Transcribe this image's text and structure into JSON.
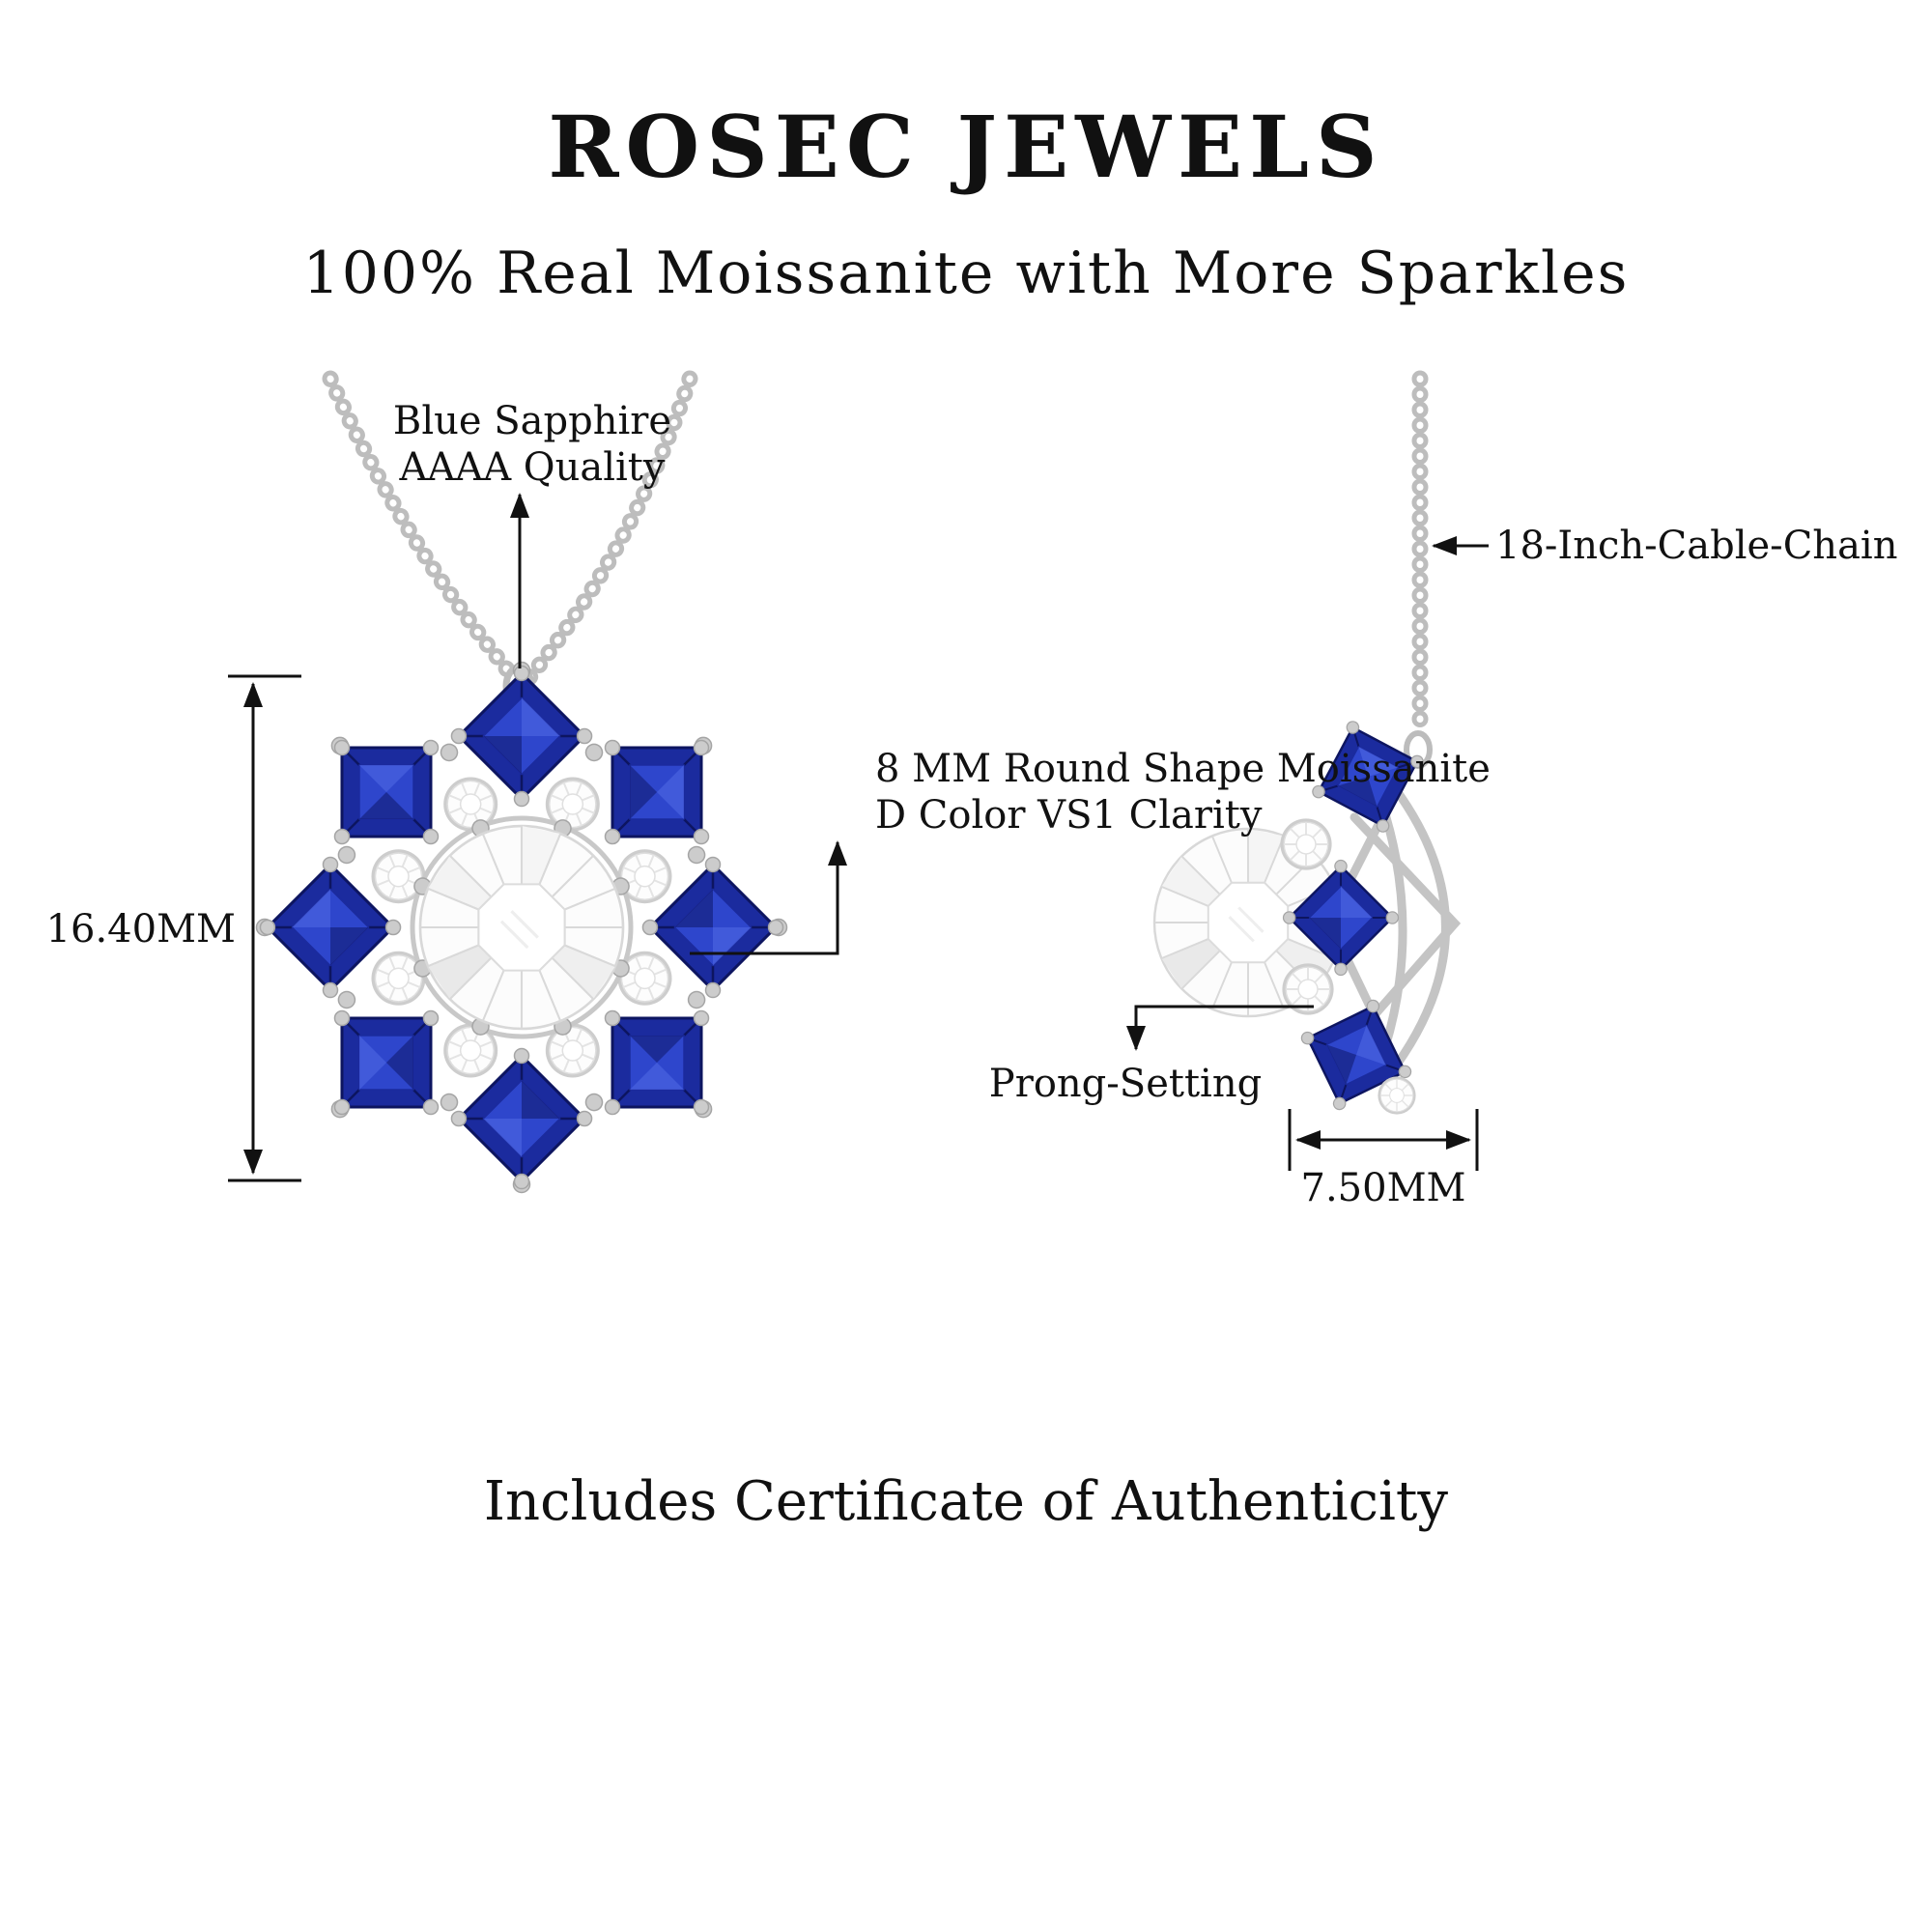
{
  "header": {
    "brand": "ROSEC JEWELS",
    "tagline": "100% Real Moissanite with More Sparkles"
  },
  "product": {
    "front_view": {
      "stone_label_line1": "Blue Sapphire",
      "stone_label_line2": "AAAA Quality",
      "center_stone_line1": "8 MM Round Shape Moissanite",
      "center_stone_line2": "D Color VS1 Clarity",
      "height": "16.40MM"
    },
    "side_view": {
      "chain_label": "18-Inch-Cable-Chain",
      "setting_label": "Prong-Setting",
      "depth": "7.50MM"
    }
  },
  "footer": {
    "note": "Includes Certificate of Authenticity"
  },
  "colors": {
    "background": "#ffffff",
    "sapphire_blue": "#1b2b9e",
    "sapphire_mid": "#2e46cc",
    "sapphire_dark": "#0d1560",
    "moissanite_white": "#fcfcfc",
    "metal_silver": "#c4c4c4",
    "annotation_black": "#111111"
  }
}
